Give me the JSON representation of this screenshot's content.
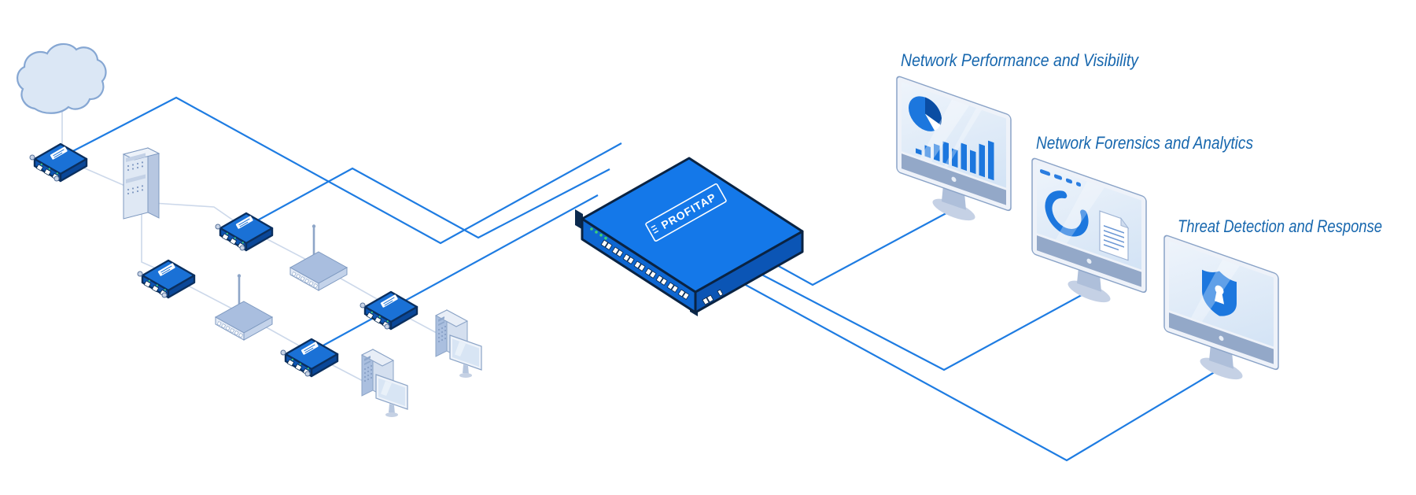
{
  "diagram": {
    "device_label": "PROFITAP",
    "monitors": [
      {
        "label": "Network Performance and Visibility",
        "screen": {
          "type": "pie-and-bar-chart",
          "bar_heights": [
            6,
            14,
            20,
            27,
            22,
            33,
            28,
            40,
            48
          ]
        }
      },
      {
        "label": "Network Forensics and Analytics",
        "screen": {
          "type": "progress-ring-and-document"
        }
      },
      {
        "label": "Threat Detection and Response",
        "screen": {
          "type": "shield-lock"
        }
      }
    ],
    "nodes": [
      {
        "id": "cloud",
        "icon": "cloud-icon"
      },
      {
        "id": "tap-1",
        "icon": "network-tap-icon"
      },
      {
        "id": "tap-2",
        "icon": "network-tap-icon"
      },
      {
        "id": "tap-3",
        "icon": "network-tap-icon"
      },
      {
        "id": "tap-4",
        "icon": "network-tap-icon"
      },
      {
        "id": "tap-5",
        "icon": "network-tap-icon"
      },
      {
        "id": "server-rack",
        "icon": "server-rack-icon"
      },
      {
        "id": "router-1",
        "icon": "wireless-router-icon"
      },
      {
        "id": "router-2",
        "icon": "wireless-router-icon"
      },
      {
        "id": "workstation-1",
        "icon": "desktop-pc-icon"
      },
      {
        "id": "workstation-2",
        "icon": "desktop-pc-icon"
      },
      {
        "id": "packet-broker",
        "icon": "rack-appliance-icon"
      },
      {
        "id": "monitor-1",
        "icon": "monitor-icon"
      },
      {
        "id": "monitor-2",
        "icon": "monitor-icon"
      },
      {
        "id": "monitor-3",
        "icon": "monitor-icon"
      }
    ],
    "colors": {
      "device_blue": "#1478e9",
      "device_blue_dark": "#0d55b2",
      "outline_navy": "#0a2744",
      "line_blue": "#1e7ce2",
      "line_gray": "#ccd8ea",
      "label_blue": "#1767ae",
      "chart_blue": "#1c77de",
      "pie_dark_blue": "#0a4da3",
      "node_gray": "#c7d4e8",
      "led_green": "#3ed173"
    }
  }
}
